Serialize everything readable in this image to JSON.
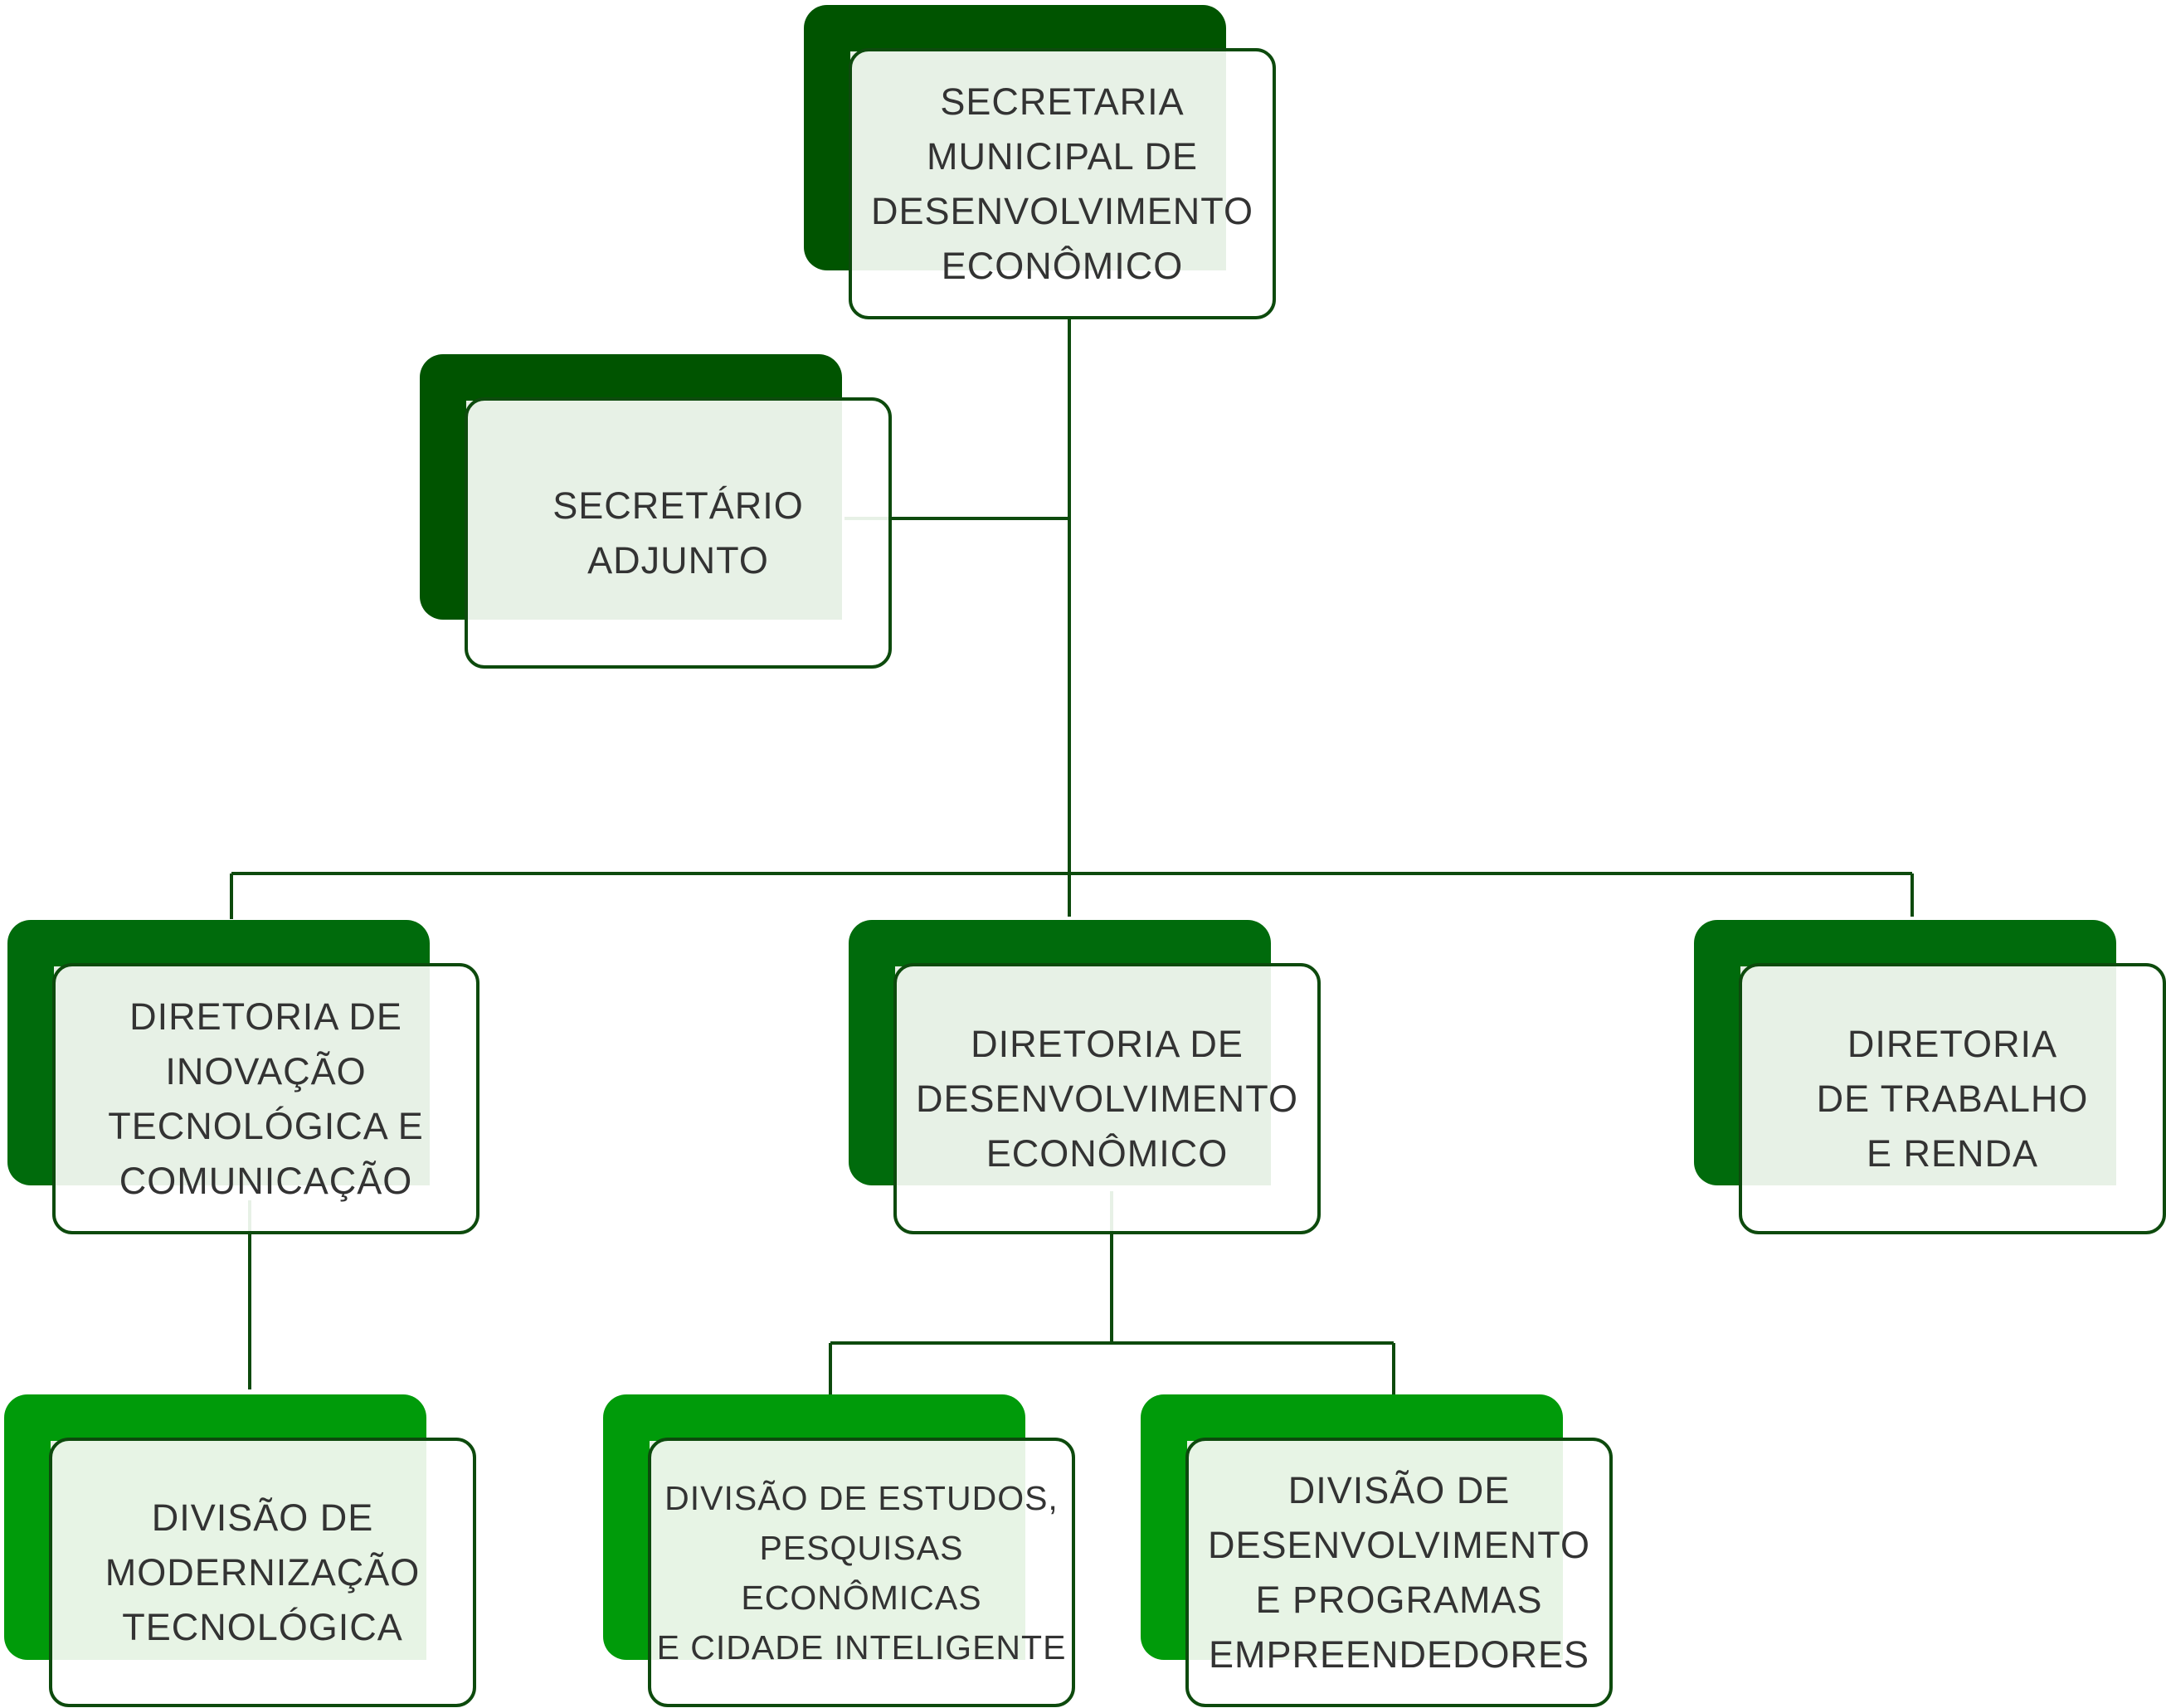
{
  "nodes": {
    "secretaria": {
      "label": "SECRETARIA\nMUNICIPAL DE\nDESENVOLVIMENTO\nECONÔMICO"
    },
    "secretario_adjunto": {
      "label": "SECRETÁRIO\nADJUNTO"
    },
    "diretoria_inovacao": {
      "label": "DIRETORIA DE\nINOVAÇÃO\nTECNOLÓGICA E\nCOMUNICAÇÃO"
    },
    "diretoria_desenvolvimento": {
      "label": "DIRETORIA DE\nDESENVOLVIMENTO\nECONÔMICO"
    },
    "diretoria_trabalho": {
      "label": "DIRETORIA\nDE TRABALHO\nE RENDA"
    },
    "divisao_modernizacao": {
      "label": "DIVISÃO DE\nMODERNIZAÇÃO\nTECNOLÓGICA"
    },
    "divisao_estudos": {
      "label": "DIVISÃO DE ESTUDOS,\nPESQUISAS\nECONÔMICAS\nE CIDADE INTELIGENTE"
    },
    "divisao_programas": {
      "label": "DIVISÃO DE\nDESENVOLVIMENTO\nE PROGRAMAS\nEMPREENDEDORES"
    }
  },
  "colors": {
    "level1_shadow": "#005400",
    "level2_shadow": "#006b0c",
    "level3_shadow": "#009b0a",
    "card_fill": "#e7f1e6",
    "border": "#0d4a0d",
    "connector": "#0d4a0d"
  }
}
